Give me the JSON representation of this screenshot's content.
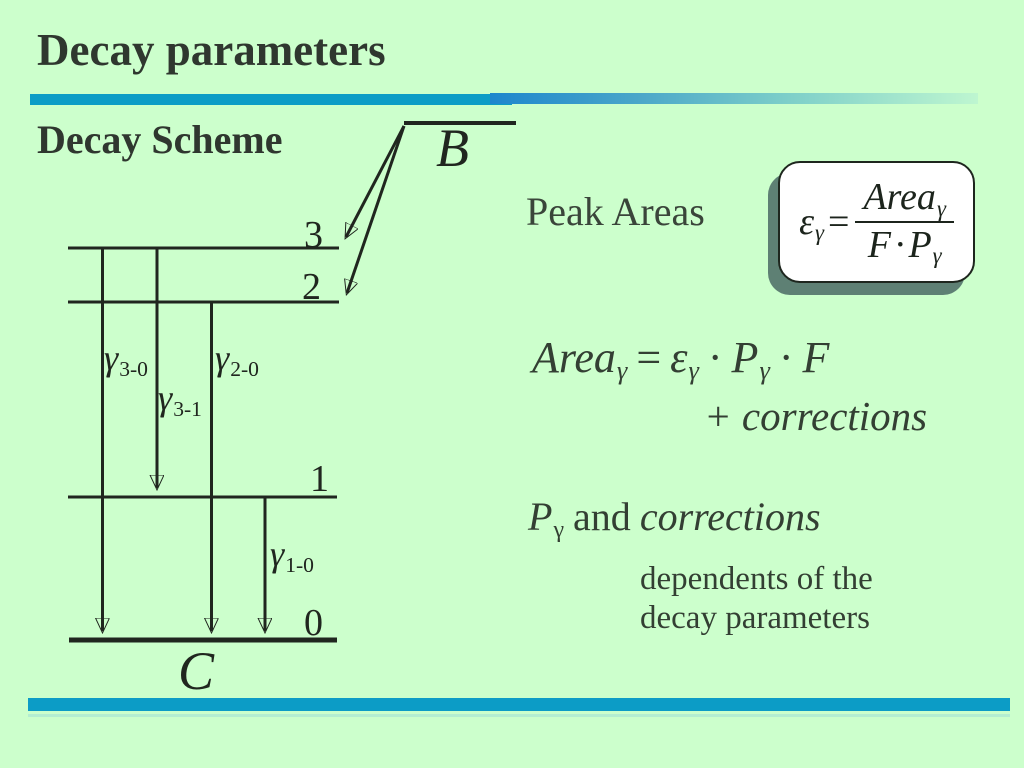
{
  "slide": {
    "title": "Decay parameters",
    "section_heading": "Decay Scheme"
  },
  "diagram": {
    "parent_nucleus": "B",
    "daughter_nucleus": "C",
    "levels": [
      {
        "label": "3"
      },
      {
        "label": "2"
      },
      {
        "label": "1"
      },
      {
        "label": "0"
      }
    ],
    "transitions": {
      "g30": {
        "symbol": "γ",
        "sub": "3-0"
      },
      "g31": {
        "symbol": "γ",
        "sub": "3-1"
      },
      "g20": {
        "symbol": "γ",
        "sub": "2-0"
      },
      "g10": {
        "symbol": "γ",
        "sub": "1-0"
      }
    }
  },
  "content": {
    "peak_areas_heading": "Peak Areas",
    "efficiency_formula": {
      "lhs": "ε",
      "lhs_sub": "γ",
      "equals": "=",
      "numerator": "Area",
      "numerator_sub": "γ",
      "den_f": "F",
      "den_dot": "·",
      "den_p": "P",
      "den_sub": "γ"
    },
    "area_formula": {
      "area": "Area",
      "area_sub": "γ",
      "equals": "=",
      "eps": "ε",
      "eps_sub": "γ",
      "dot1": "·",
      "p": "P",
      "p_sub": "γ",
      "dot2": "·",
      "f": "F"
    },
    "corrections_line": "+ corrections",
    "dependence": {
      "p": "P",
      "p_sub": "γ",
      "and": "and",
      "corrections": "corrections",
      "line1": "dependents of the",
      "line2": "decay parameters"
    }
  },
  "colors": {
    "background": "#ccffcc",
    "rule_blue": "#0c9cc6",
    "rule_gradient_start": "#1d86cd",
    "rule_gradient_end": "#bef6d0",
    "box_fill": "#ffffff",
    "box_shadow": "#5e8074",
    "title_text": "#2f372f",
    "body_text": "#333f33",
    "line_color": "#20261f"
  }
}
